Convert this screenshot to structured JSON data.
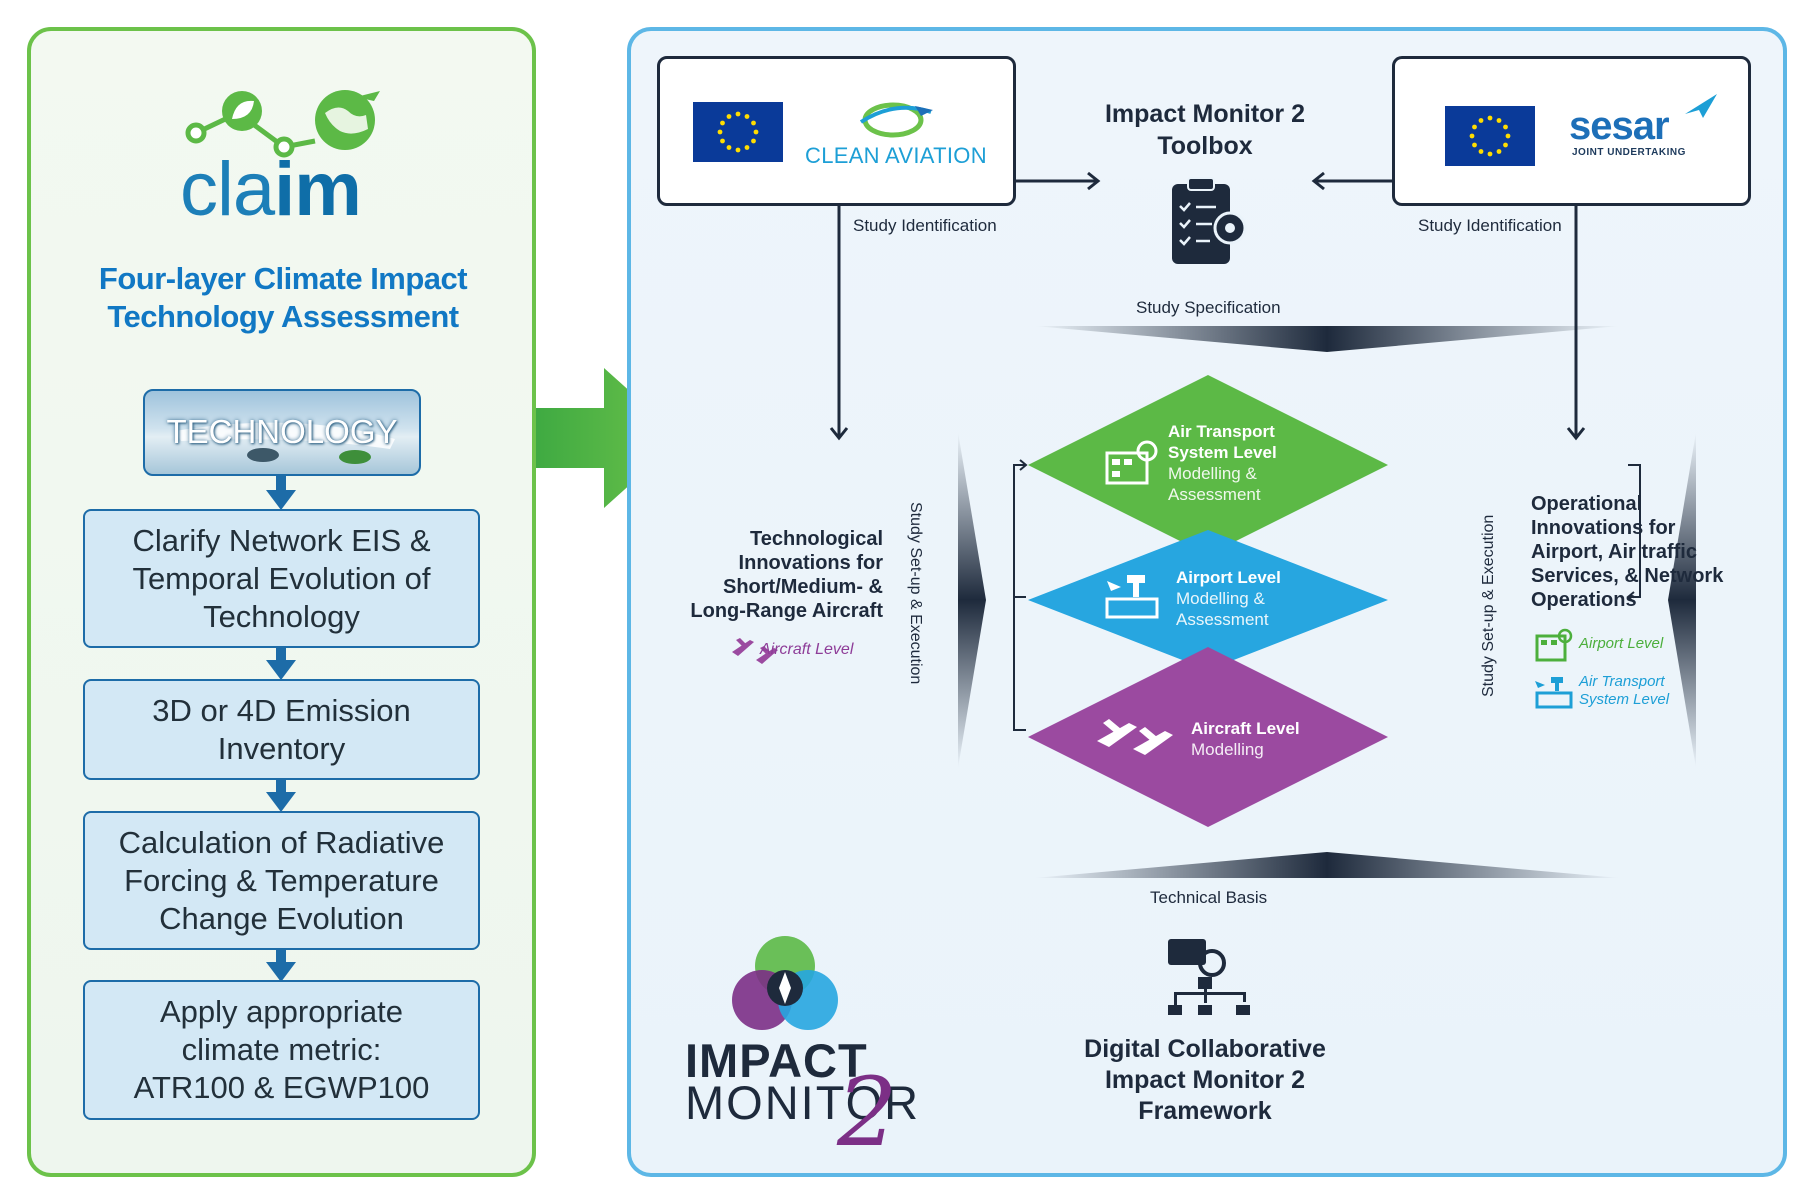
{
  "left_panel": {
    "logo_text_light": "cla",
    "logo_text_bold": "im",
    "title_line1": "Four-layer Climate Impact",
    "title_line2": "Technology Assessment",
    "technology_label": "TECHNOLOGY",
    "steps": [
      {
        "line1": "Clarify Network EIS &",
        "line2": "Temporal Evolution of",
        "line3": "Technology"
      },
      {
        "line1": "3D or 4D Emission",
        "line2": "Inventory",
        "line3": ""
      },
      {
        "line1": "Calculation of Radiative",
        "line2": "Forcing & Temperature",
        "line3": "Change Evolution"
      },
      {
        "line1": "Apply appropriate",
        "line2": "climate metric:",
        "line3": "ATR100 & EGWP100"
      }
    ]
  },
  "right_panel": {
    "clean_aviation": "CLEAN AVIATION",
    "sesar": "sesar",
    "sesar_sub": "JOINT UNDERTAKING",
    "toolbox_line1": "Impact Monitor 2",
    "toolbox_line2": "Toolbox",
    "study_identification_left": "Study Identification",
    "study_identification_right": "Study Identification",
    "study_specification": "Study Specification",
    "technical_basis": "Technical Basis",
    "setup_execution_left": "Study Set-up & Execution",
    "setup_execution_right": "Study Set-up & Execution",
    "technological": {
      "line1": "Technological",
      "line2": "Innovations for",
      "line3": "Short/Medium- &",
      "line4": "Long-Range Aircraft",
      "level": "Aircraft Level"
    },
    "operational": {
      "line1": "Operational",
      "line2": "Innovations for",
      "line3": "Airport, Air traffic",
      "line4": "Services, & Network",
      "line5": "Operations",
      "level1": "Airport Level",
      "level2_line1": "Air Transport",
      "level2_line2": "System Level"
    },
    "levels": {
      "ats": {
        "title1": "Air Transport",
        "title2": "System Level",
        "sub1": "Modelling &",
        "sub2": "Assessment",
        "color": "#5cb946"
      },
      "airport": {
        "title": "Airport Level",
        "sub1": "Modelling &",
        "sub2": "Assessment",
        "color": "#27a6e0"
      },
      "aircraft": {
        "title": "Aircraft Level",
        "sub": "Modelling",
        "color": "#9b4aa0"
      }
    },
    "framework_line1": "Digital Collaborative",
    "framework_line2": "Impact Monitor 2",
    "framework_line3": "Framework",
    "impact_word1": "IMPACT",
    "impact_word2": "MONITOR",
    "impact_two": "2"
  },
  "colors": {
    "green_border": "#6cc24a",
    "blue_border": "#5db7e6",
    "dark_navy": "#1e2a3c",
    "step_fill": "#d3e8f5",
    "step_border": "#1d6ca8",
    "big_arrow": "#4cb848"
  }
}
